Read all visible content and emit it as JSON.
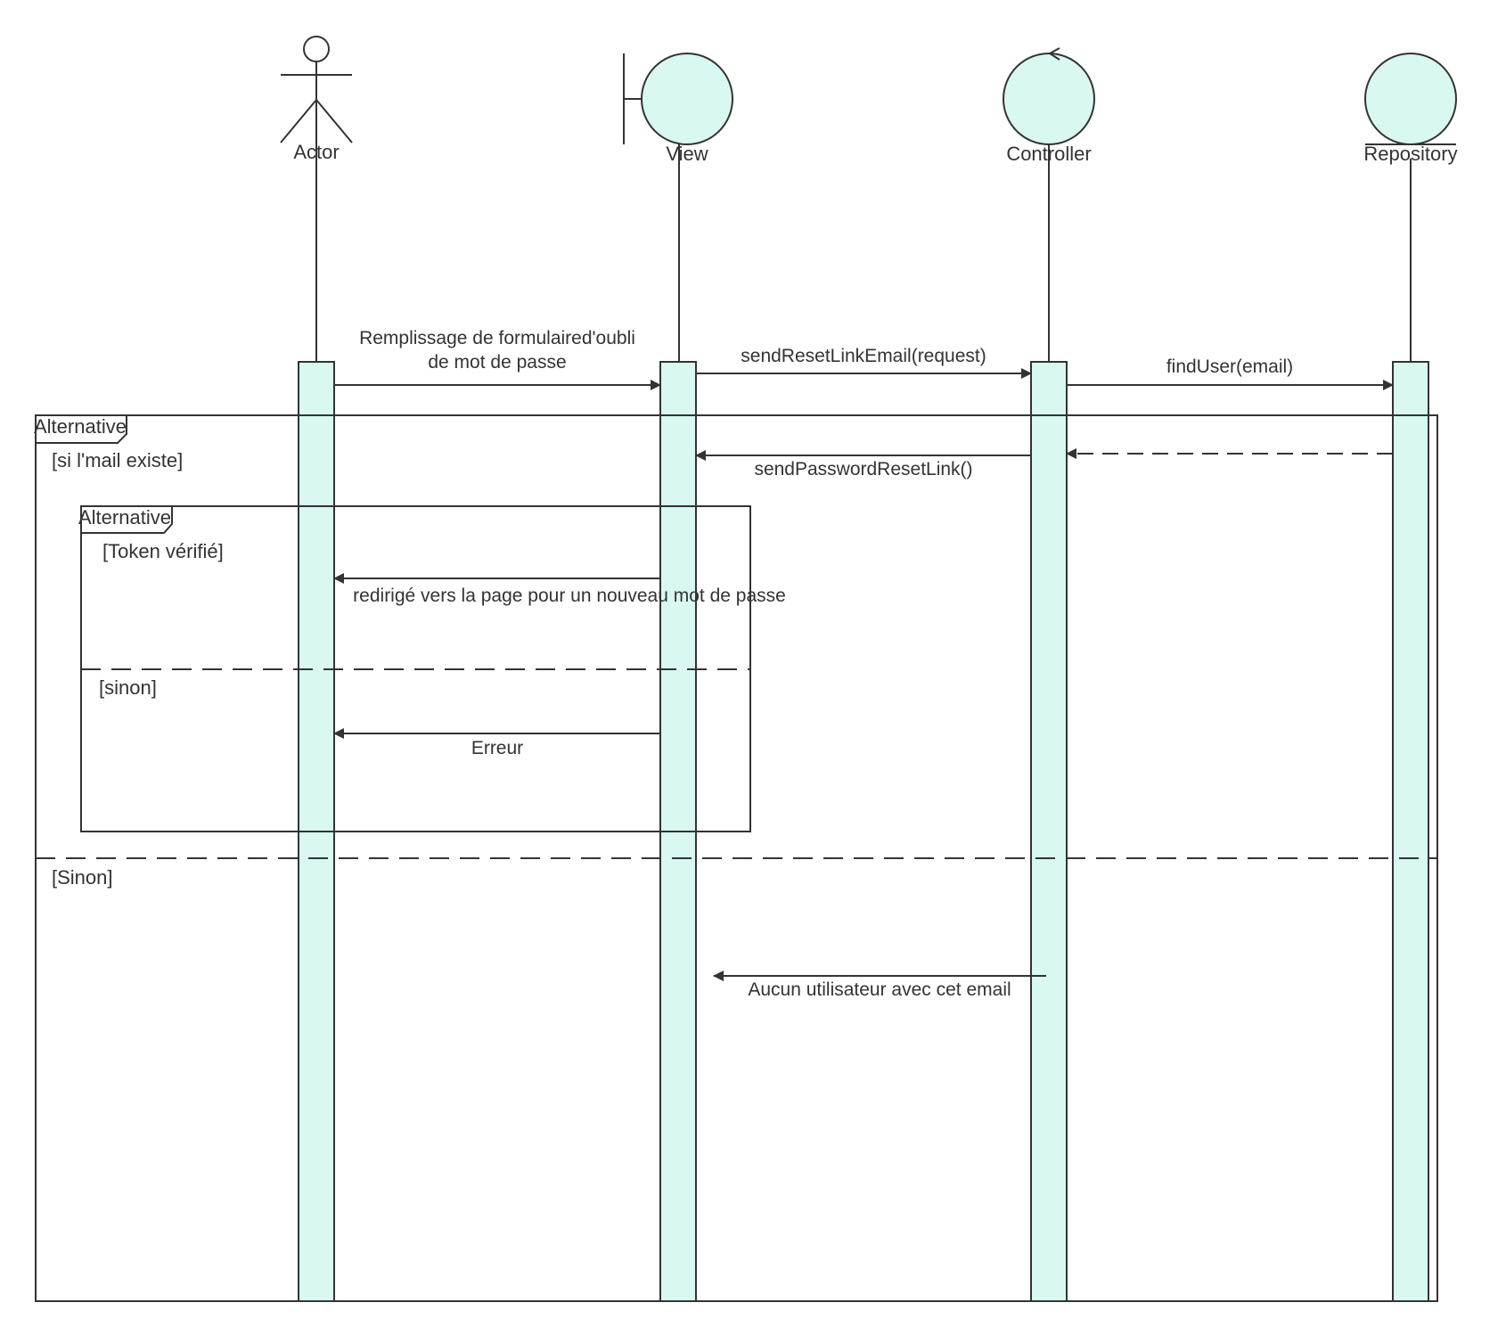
{
  "colors": {
    "fill": "#d8f8f1",
    "stroke": "#333333",
    "background": "#ffffff"
  },
  "participants": {
    "actor": "Actor",
    "view": "View",
    "controller": "Controller",
    "repository": "Repository"
  },
  "participant_types": {
    "actor": "actor",
    "view": "boundary",
    "controller": "control",
    "repository": "entity"
  },
  "messages": {
    "m1_line1": "Remplissage de formulaired'oubli",
    "m1_line2": "de mot de passe",
    "m2": "sendResetLinkEmail(request)",
    "m3": "findUser(email)",
    "m4": "sendPasswordResetLink()",
    "m5": "redirigé vers la page pour un nouveau mot de passe",
    "m6": "Erreur",
    "m7": "Aucun utilisateur avec cet email"
  },
  "frames": {
    "outer": {
      "label": "Alternative",
      "guard1": "[si l'mail existe]",
      "guard2": "[Sinon]"
    },
    "inner": {
      "label": "Alternative",
      "guard1": "[Token vérifié]",
      "guard2": "[sinon]"
    }
  }
}
